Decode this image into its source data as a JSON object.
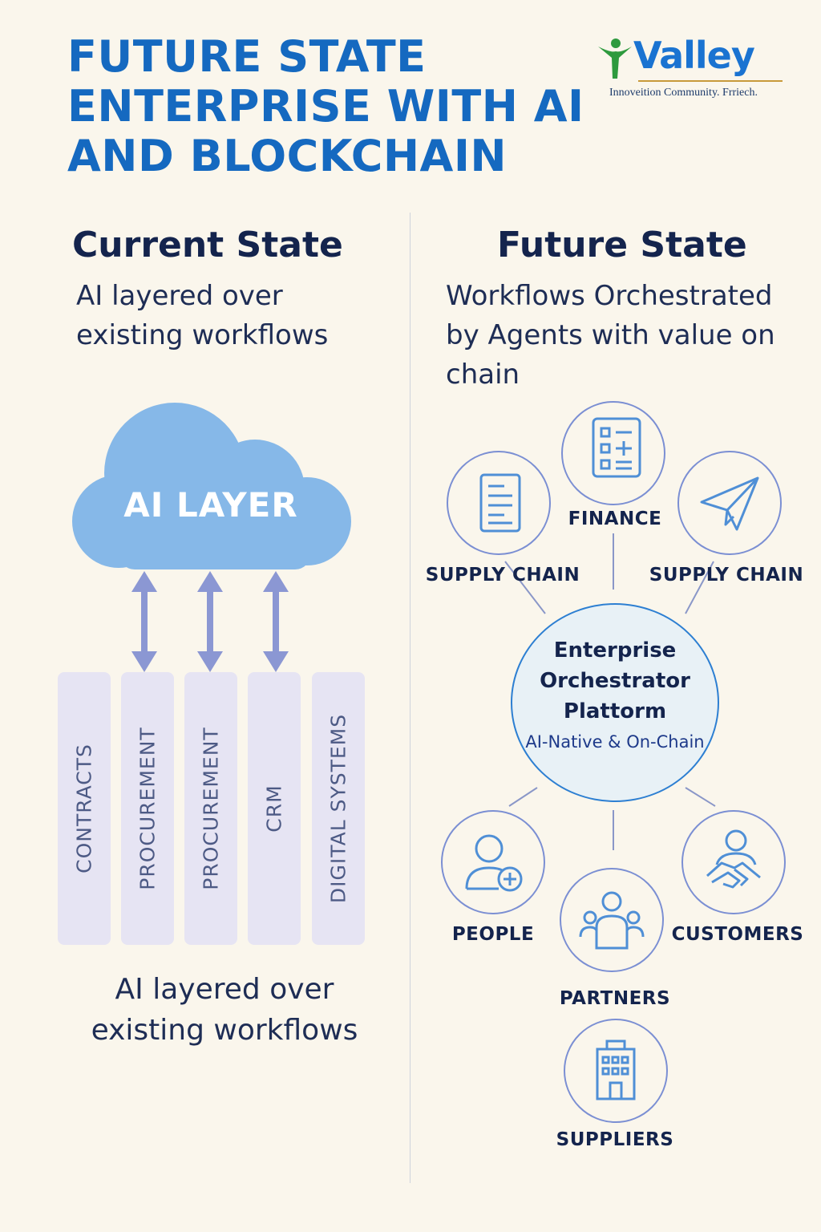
{
  "title": {
    "lines": [
      "FUTURE STATE",
      "ENTERPRISE WITH AI",
      "AND BLOCKCHAIN"
    ]
  },
  "logo": {
    "word": "Valley",
    "tagline": "Innoveition Community. Frriech."
  },
  "current_state": {
    "heading": "Current State",
    "subtitle": "AI layered over existing workflows",
    "cloud_label": "AI LAYER",
    "columns": [
      "CONTRACTS",
      "PROCUREMENT",
      "PROCUREMENT",
      "CRM",
      "DIGITAL SYSTEMS"
    ],
    "caption": "AI layered over existing workflows"
  },
  "future_state": {
    "heading": "Future State",
    "subtitle": "Workflows Orchestrated by Agents with value on chain",
    "hub": {
      "title": "Enterprise Orchestrator Plattorm",
      "subtitle": "AI-Native & On-Chain"
    },
    "nodes": [
      {
        "label": "FINANCE",
        "icon": "calculator-icon"
      },
      {
        "label": "SUPPLY CHAIN",
        "icon": "document-icon"
      },
      {
        "label": "SUPPLY CHAIN",
        "icon": "paper-plane-icon"
      },
      {
        "label": "PEOPLE",
        "icon": "add-person-icon"
      },
      {
        "label": "PARTNERS",
        "icon": "team-icon"
      },
      {
        "label": "CUSTOMERS",
        "icon": "handshake-icon"
      },
      {
        "label": "SUPPLIERS",
        "icon": "building-icon"
      }
    ]
  },
  "colors": {
    "title_blue": "#1569c0",
    "cloud_blue": "#86b8e8",
    "arrow_purple": "#8b97d3",
    "column_fill": "#e6e4f3",
    "node_stroke": "#7b8fd3",
    "hub_stroke": "#2d7fd2",
    "icon_blue": "#4f8fd6",
    "text_navy": "#14244d"
  }
}
